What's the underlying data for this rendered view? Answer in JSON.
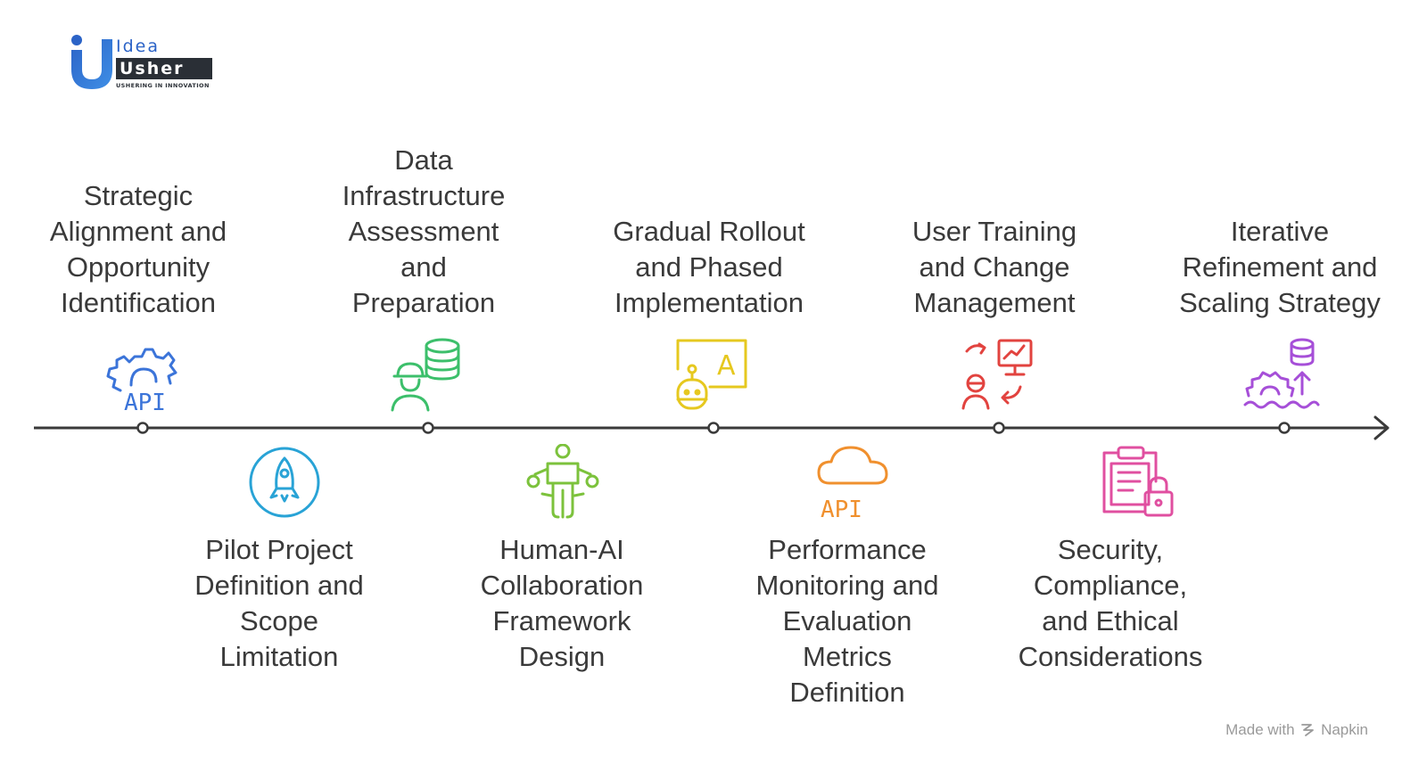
{
  "logo": {
    "word_top": "Idea",
    "word_bottom": "Usher",
    "tagline": "USHERING IN INNOVATION"
  },
  "colors": {
    "line": "#3a3a3a",
    "step1": "#3b74d9",
    "step2": "#29a3d6",
    "step3": "#3cbf6b",
    "step4": "#7cc23c",
    "step5": "#e6c81f",
    "step6": "#f0902e",
    "step7": "#e2433f",
    "step8": "#e04fa0",
    "step9": "#a64fd8"
  },
  "steps": [
    {
      "label": "Strategic Alignment and Opportunity Identification",
      "lines": [
        "Strategic",
        "Alignment and",
        "Opportunity",
        "Identification"
      ],
      "position": "top",
      "icon": "api-gear-icon"
    },
    {
      "label": "Pilot Project Definition and Scope Limitation",
      "lines": [
        "Pilot Project",
        "Definition and",
        "Scope",
        "Limitation"
      ],
      "position": "bottom",
      "icon": "rocket-icon"
    },
    {
      "label": "Data Infrastructure Assessment and Preparation",
      "lines": [
        "Data",
        "Infrastructure",
        "Assessment",
        "and",
        "Preparation"
      ],
      "position": "top",
      "icon": "engineer-database-icon"
    },
    {
      "label": "Human-AI Collaboration Framework Design",
      "lines": [
        "Human-AI",
        "Collaboration",
        "Framework",
        "Design"
      ],
      "position": "bottom",
      "icon": "robot-human-icon"
    },
    {
      "label": "Gradual Rollout and Phased Implementation",
      "lines": [
        "Gradual Rollout",
        "and Phased",
        "Implementation"
      ],
      "position": "top",
      "icon": "robot-translate-icon"
    },
    {
      "label": "Performance Monitoring and Evaluation Metrics Definition",
      "lines": [
        "Performance",
        "Monitoring and",
        "Evaluation",
        "Metrics",
        "Definition"
      ],
      "position": "bottom",
      "icon": "cloud-api-icon"
    },
    {
      "label": "User Training and Change Management",
      "lines": [
        "User Training",
        "and Change",
        "Management"
      ],
      "position": "top",
      "icon": "training-presentation-icon"
    },
    {
      "label": "Security, Compliance, and Ethical Considerations",
      "lines": [
        "Security,",
        "Compliance,",
        "and Ethical",
        "Considerations"
      ],
      "position": "bottom",
      "icon": "clipboard-lock-icon"
    },
    {
      "label": "Iterative Refinement and Scaling Strategy",
      "lines": [
        "Iterative",
        "Refinement and",
        "Scaling Strategy"
      ],
      "position": "top",
      "icon": "scaling-database-icon"
    }
  ],
  "icon_texts": {
    "api": "API",
    "letter_a": "A"
  },
  "footer": {
    "made_with": "Made with",
    "brand": "Napkin"
  }
}
